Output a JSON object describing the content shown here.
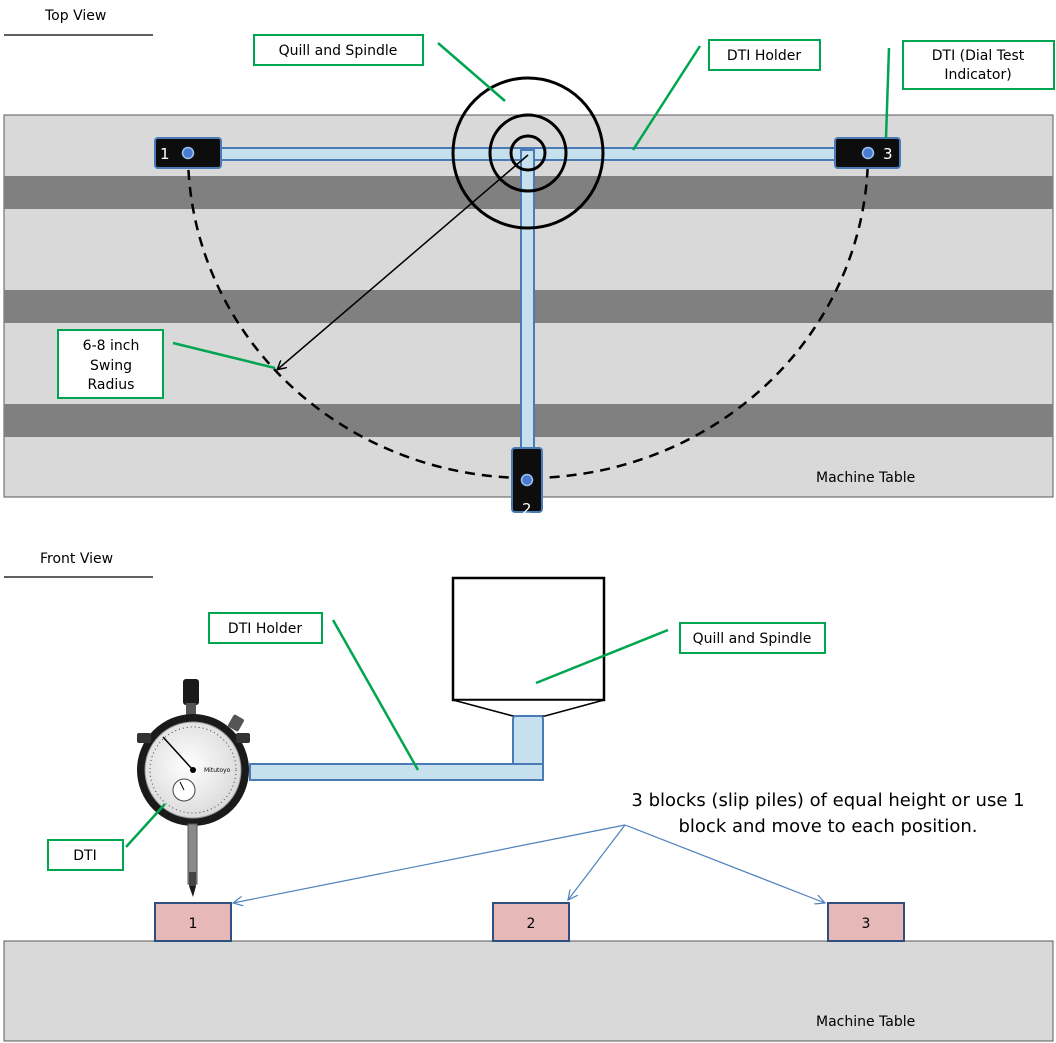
{
  "top_view": {
    "title": "Top View",
    "table_label": "Machine Table",
    "callouts": {
      "quill": "Quill and Spindle",
      "dti_holder": "DTI Holder",
      "dti_line1": "DTI (Dial Test",
      "dti_line2": "Indicator)",
      "swing_line1": "6-8 inch",
      "swing_line2": "Swing",
      "swing_line3": "Radius"
    },
    "positions": [
      "1",
      "2",
      "3"
    ]
  },
  "front_view": {
    "title": "Front View",
    "table_label": "Machine Table",
    "callouts": {
      "dti_holder": "DTI Holder",
      "quill": "Quill and Spindle",
      "dti": "DTI"
    },
    "note_line1": "3 blocks (slip piles) of equal height or use 1",
    "note_line2": "block and move to each position.",
    "blocks": [
      "1",
      "2",
      "3"
    ],
    "dial_brand": "Mitutoyo"
  },
  "colors": {
    "table_fill": "#d9d9d9",
    "slot_fill": "#808080",
    "callout_border": "#00a550",
    "holder_fill": "#c6e0ee",
    "holder_stroke": "#4a7bb7",
    "block_fill": "#e6b9b8",
    "block_stroke": "#2f4f7f",
    "arrow_blue": "#4f81bd"
  }
}
